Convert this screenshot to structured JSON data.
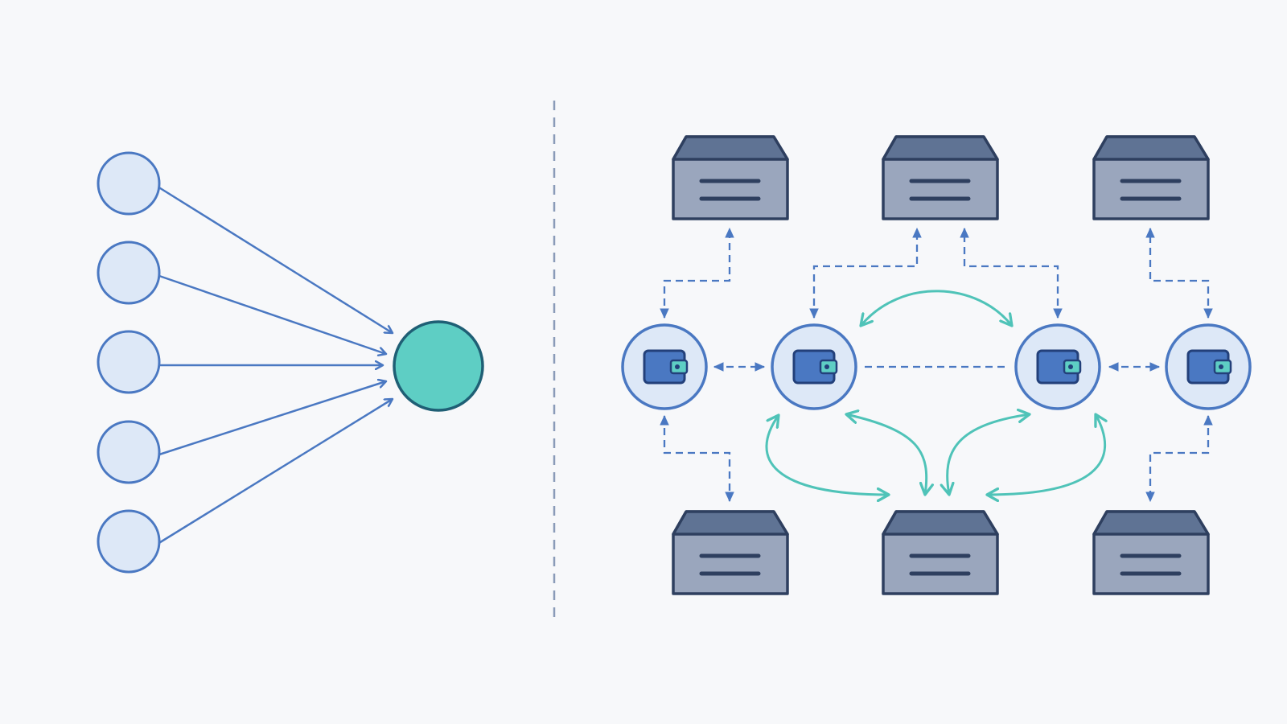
{
  "colors": {
    "background": "#f7f8fa",
    "edge_blue": "#4a78c2",
    "node_fill": "#dde8f7",
    "node_stroke": "#4a78c2",
    "hub_fill": "#5ecec4",
    "hub_stroke": "#1f5f75",
    "teal_link": "#4fc3b8",
    "server_top": "#5f7394",
    "server_body": "#9aa6bd",
    "server_stroke": "#2e3f5f",
    "wallet_fill": "#4a78c2",
    "wallet_clasp": "#5ecec4"
  },
  "left_panel": {
    "type": "centralized",
    "source_nodes": 5,
    "hub_nodes": 1
  },
  "divider": {
    "style": "dashed"
  },
  "right_panel": {
    "type": "decentralized",
    "wallet_nodes": [
      "wallet-1",
      "wallet-2",
      "wallet-3",
      "wallet-4"
    ],
    "server_nodes_top": [
      "server-top-1",
      "server-top-2",
      "server-top-3"
    ],
    "server_nodes_bottom": [
      "server-bottom-1",
      "server-bottom-2",
      "server-bottom-3"
    ],
    "icons": {
      "wallet": "wallet-icon",
      "server": "server-icon"
    }
  }
}
